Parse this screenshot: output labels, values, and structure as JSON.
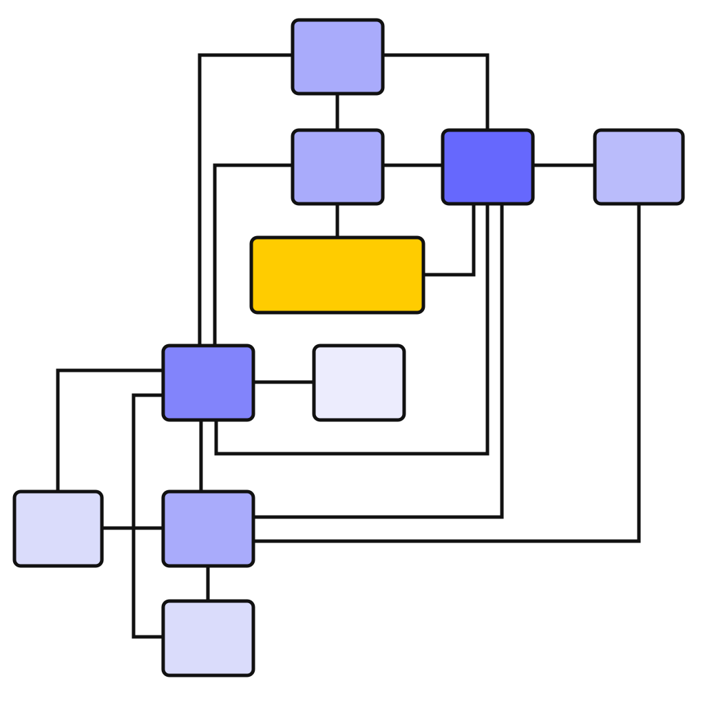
{
  "diagram": {
    "nodes": [
      {
        "id": "n1",
        "fill": "#a9abfb"
      },
      {
        "id": "n2",
        "fill": "#a9abfb"
      },
      {
        "id": "n3",
        "fill": "#6668fd"
      },
      {
        "id": "n4",
        "fill": "#babcfb"
      },
      {
        "id": "n5",
        "fill": "#ffcc00"
      },
      {
        "id": "n6",
        "fill": "#8284fb"
      },
      {
        "id": "n7",
        "fill": "#ececfd"
      },
      {
        "id": "n8",
        "fill": "#dadcfb"
      },
      {
        "id": "n9",
        "fill": "#a9abfb"
      },
      {
        "id": "n10",
        "fill": "#dadcfb"
      }
    ],
    "edges": [
      {
        "from": "n1",
        "to": "n2"
      },
      {
        "from": "n1",
        "to": "n3"
      },
      {
        "from": "n1",
        "to": "n6"
      },
      {
        "from": "n2",
        "to": "n3"
      },
      {
        "from": "n2",
        "to": "n5"
      },
      {
        "from": "n2",
        "to": "n6"
      },
      {
        "from": "n3",
        "to": "n4"
      },
      {
        "from": "n3",
        "to": "n5"
      },
      {
        "from": "n3",
        "to": "n6"
      },
      {
        "from": "n3",
        "to": "n9"
      },
      {
        "from": "n4",
        "to": "n9"
      },
      {
        "from": "n6",
        "to": "n7"
      },
      {
        "from": "n6",
        "to": "n8"
      },
      {
        "from": "n6",
        "to": "n9"
      },
      {
        "from": "n6",
        "to": "n10"
      },
      {
        "from": "n8",
        "to": "n9"
      },
      {
        "from": "n9",
        "to": "n10"
      }
    ]
  }
}
